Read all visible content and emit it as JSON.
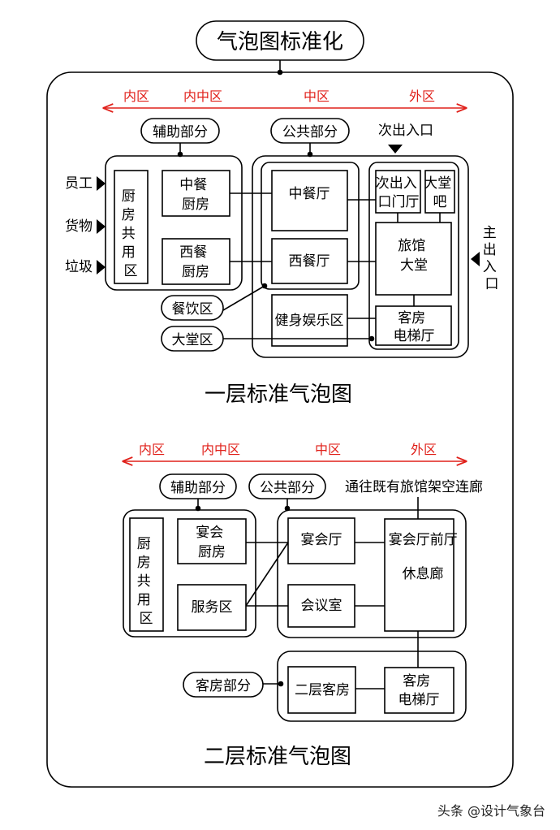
{
  "title": "气泡图标准化",
  "colors": {
    "zone": "#e0201a",
    "stroke": "#000000",
    "background": "#ffffff"
  },
  "floor1": {
    "zones": [
      "内区",
      "内中区",
      "中区",
      "外区"
    ],
    "group_labels": {
      "aux": "辅助部分",
      "public": "公共部分"
    },
    "secondary_entrance": "次出入口",
    "main_entrance": [
      "主",
      "出",
      "入",
      "口"
    ],
    "inputs": [
      "员工",
      "货物",
      "垃圾"
    ],
    "rooms": {
      "shared_kitchen": [
        "厨",
        "房",
        "共",
        "用",
        "区"
      ],
      "chinese_kitchen": [
        "中餐",
        "厨房"
      ],
      "western_kitchen": [
        "西餐",
        "厨房"
      ],
      "chinese_restaurant": "中餐厅",
      "western_restaurant": "西餐厅",
      "fitness": "健身娱乐区",
      "secondary_hall": [
        "次出入",
        "口门厅"
      ],
      "lobby_bar": [
        "大堂",
        "吧"
      ],
      "hotel_lobby": [
        "旅馆",
        "大堂"
      ],
      "guest_elevator": [
        "客房",
        "电梯厅"
      ]
    },
    "callouts": {
      "dining": "餐饮区",
      "lobby": "大堂区"
    },
    "caption": "一层标准气泡图"
  },
  "floor2": {
    "zones": [
      "内区",
      "内中区",
      "中区",
      "外区"
    ],
    "group_labels": {
      "aux": "辅助部分",
      "public": "公共部分"
    },
    "corridor_note": "通往既有旅馆架空连廊",
    "rooms": {
      "shared_kitchen": [
        "厨",
        "房",
        "共",
        "用",
        "区"
      ],
      "banquet_kitchen": [
        "宴会",
        "厨房"
      ],
      "service": "服务区",
      "banquet_hall": "宴会厅",
      "meeting_room": "会议室",
      "banquet_foyer": [
        "宴会厅前厅",
        "休息廊"
      ],
      "guest_rooms": "二层客房",
      "guest_elevator": [
        "客房",
        "电梯厅"
      ]
    },
    "guest_label": "客房部分",
    "caption": "二层标准气泡图"
  },
  "watermark": "头条 @设计气象台"
}
